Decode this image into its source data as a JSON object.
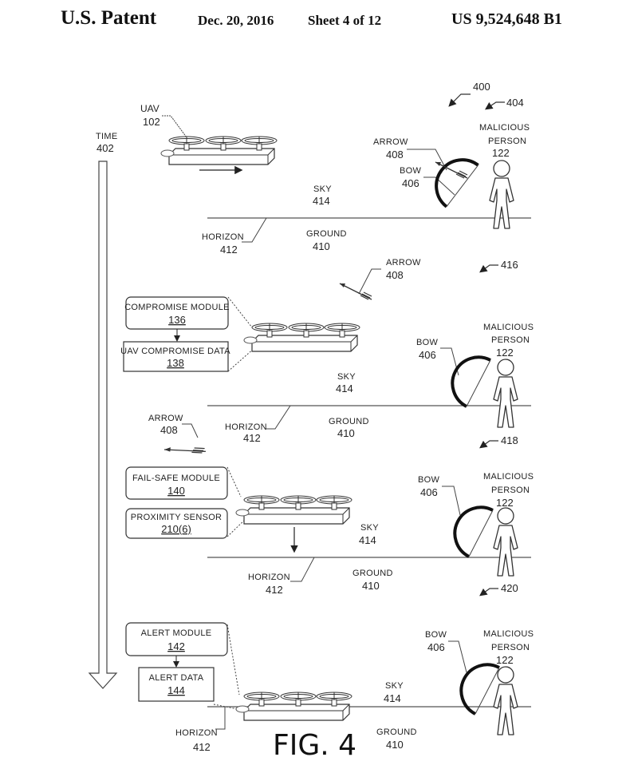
{
  "header": {
    "title": "U.S. Patent",
    "date": "Dec. 20, 2016",
    "sheet": "Sheet 4 of 12",
    "patent_number": "US 9,524,648 B1"
  },
  "figure": {
    "ref": "400",
    "caption": "FIG. 4",
    "time": {
      "label": "TIME",
      "num": "402"
    },
    "uav": {
      "label": "UAV",
      "num": "102"
    },
    "labels": {
      "sky": "SKY",
      "sky_num": "414",
      "ground": "GROUND",
      "ground_num": "410",
      "horizon": "HORIZON",
      "horizon_num": "412",
      "arrow": "ARROW",
      "arrow_num": "408",
      "bow": "BOW",
      "bow_num": "406",
      "malicious": "MALICIOUS",
      "person": "PERSON",
      "person_num": "122"
    },
    "panels": [
      {
        "ref": "404"
      },
      {
        "ref": "416",
        "box1": {
          "title": "COMPROMISE MODULE",
          "num": "136"
        },
        "box2": {
          "title": "UAV COMPROMISE DATA",
          "num": "138"
        }
      },
      {
        "ref": "418",
        "box1": {
          "title": "FAIL-SAFE MODULE",
          "num": "140"
        },
        "box2": {
          "title": "PROXIMITY SENSOR",
          "num": "210(6)"
        }
      },
      {
        "ref": "420",
        "box1": {
          "title": "ALERT MODULE",
          "num": "142"
        },
        "box2": {
          "title": "ALERT DATA",
          "num": "144"
        }
      }
    ]
  }
}
